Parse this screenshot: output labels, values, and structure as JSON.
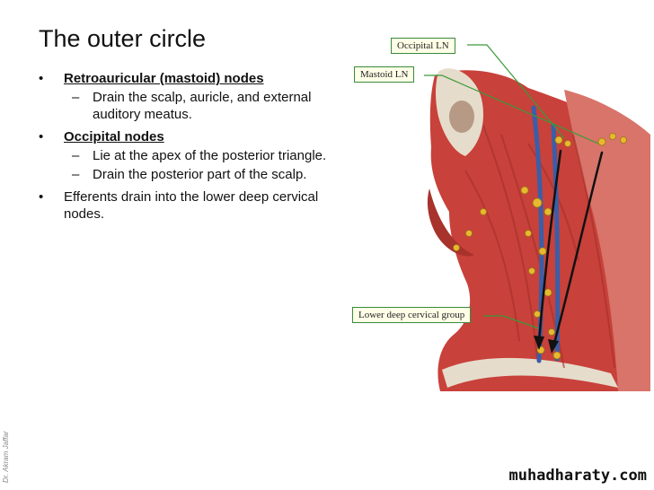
{
  "slide": {
    "title": "The outer circle",
    "bullets": [
      {
        "heading": "Retroauricular (mastoid) nodes",
        "subs": [
          "Drain the scalp, auricle, and external auditory meatus."
        ]
      },
      {
        "heading": "Occipital nodes",
        "subs": [
          "Lie at the apex of the posterior triangle.",
          "Drain the posterior part of the scalp."
        ]
      },
      {
        "text": "Efferents drain into the lower deep cervical nodes."
      }
    ]
  },
  "figure": {
    "callouts": {
      "occipital": "Occipital LN",
      "mastoid": "Mastoid LN",
      "lower_deep": "Lower deep cervical group"
    },
    "colors": {
      "muscle": "#c8413a",
      "vein": "#3a5ea8",
      "node": "#e8b830",
      "bone": "#e6dccb",
      "callout_line": "#3a9a3a"
    }
  },
  "footer": {
    "author": "Dr. Akram Jaffar",
    "watermark": "muhadharaty.com"
  }
}
